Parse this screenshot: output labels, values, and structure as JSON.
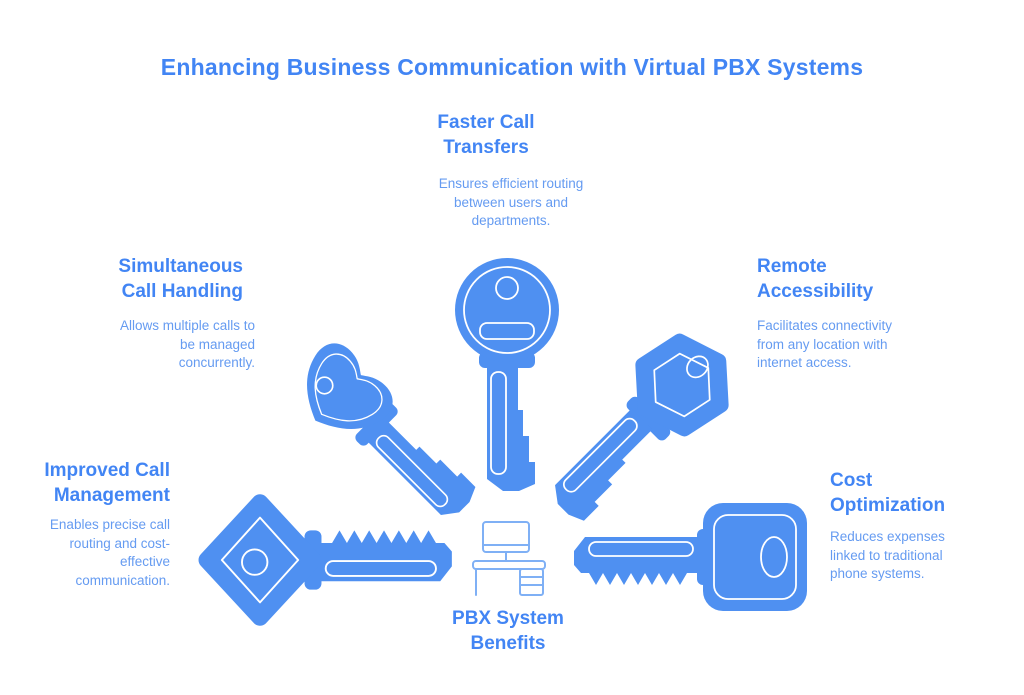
{
  "title": "Enhancing Business Communication with Virtual PBX Systems",
  "colors": {
    "key_blue": "#4F90F1",
    "heading_blue": "#4285F4",
    "body_text_blue": "#659BF1",
    "desk_icon_blue": "#7FB0F5",
    "background": "#FFFFFF"
  },
  "center": {
    "label": "PBX System\nBenefits",
    "icon": "desk-computer-icon"
  },
  "benefits": [
    {
      "id": "faster-call-transfers",
      "position": "top-center",
      "key_icon": "round-head-key-icon",
      "title": "Faster Call\nTransfers",
      "description": "Ensures efficient routing\nbetween users and\ndepartments."
    },
    {
      "id": "simultaneous-call-handling",
      "position": "upper-left",
      "key_icon": "heart-head-key-icon",
      "title": "Simultaneous\nCall Handling",
      "description": "Allows multiple calls to\nbe managed\nconcurrently."
    },
    {
      "id": "remote-accessibility",
      "position": "upper-right",
      "key_icon": "hexagon-head-key-icon",
      "title": "Remote\nAccessibility",
      "description": "Facilitates connectivity\nfrom any location with\ninternet access."
    },
    {
      "id": "improved-call-management",
      "position": "lower-left",
      "key_icon": "diamond-head-key-icon",
      "title": "Improved Call\nManagement",
      "description": "Enables precise call\nrouting and cost-\neffective\ncommunication."
    },
    {
      "id": "cost-optimization",
      "position": "lower-right",
      "key_icon": "square-head-key-icon",
      "title": "Cost\nOptimization",
      "description": "Reduces expenses\nlinked to traditional\nphone systems."
    }
  ]
}
